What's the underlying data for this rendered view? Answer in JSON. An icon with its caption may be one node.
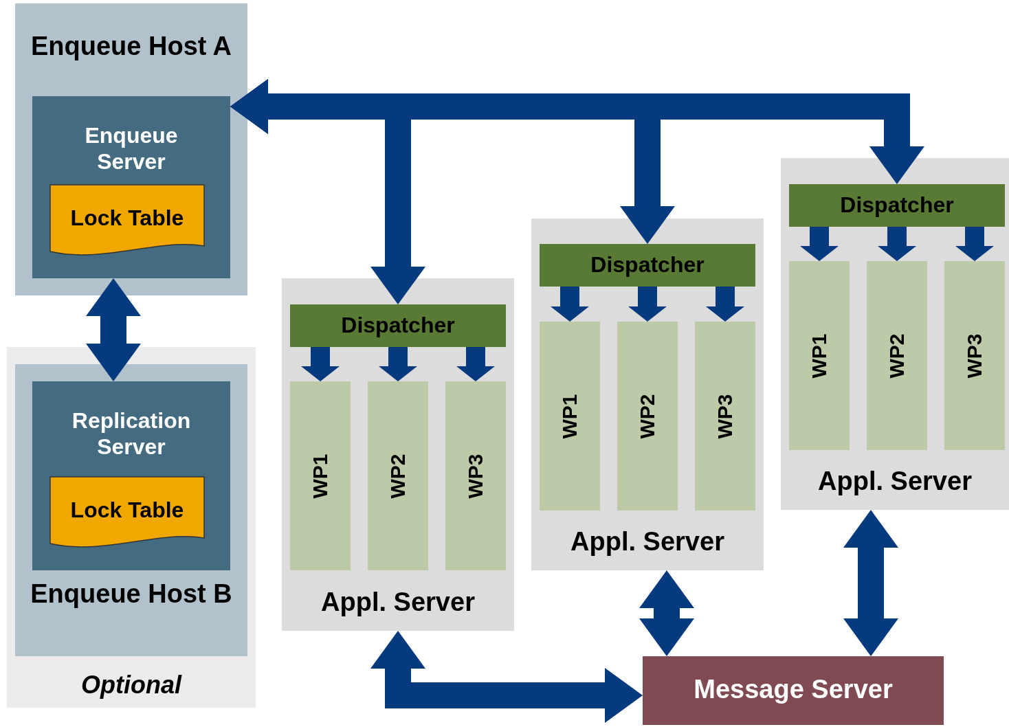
{
  "diagram": {
    "nodes": [
      {
        "text": [
          "Enqueue Host A"
        ]
      },
      {
        "text": [
          "Enqueue Server"
        ],
        "in": 0
      },
      {
        "text": [
          "Lock Table"
        ],
        "in": 1
      },
      {
        "text": [
          "Optional"
        ]
      },
      {
        "text": [
          "Enqueue Host B"
        ],
        "in": 3
      },
      {
        "text": [
          "Replication Server"
        ],
        "in": 4
      },
      {
        "text": [
          "Lock Table"
        ],
        "in": 5
      },
      {
        "text": [
          "Appl. Server"
        ]
      },
      {
        "text": [
          "Dispatcher"
        ],
        "in": 7
      },
      {
        "text": [
          "WP1"
        ],
        "in": 7
      },
      {
        "text": [
          "WP2"
        ],
        "in": 7
      },
      {
        "text": [
          "WP3"
        ],
        "in": 7
      },
      {
        "text": [
          "Appl. Server"
        ]
      },
      {
        "text": [
          "Dispatcher"
        ],
        "in": 12
      },
      {
        "text": [
          "WP1"
        ],
        "in": 12
      },
      {
        "text": [
          "WP2"
        ],
        "in": 12
      },
      {
        "text": [
          "WP3"
        ],
        "in": 12
      },
      {
        "text": [
          "Appl. Server"
        ]
      },
      {
        "text": [
          "Dispatcher"
        ],
        "in": 17
      },
      {
        "text": [
          "WP1"
        ],
        "in": 17
      },
      {
        "text": [
          "WP2"
        ],
        "in": 17
      },
      {
        "text": [
          "WP3"
        ],
        "in": 17
      },
      {
        "text": [
          "Message Server"
        ]
      }
    ],
    "edges": [
      {
        "from": 1,
        "to": 8,
        "arrow": "both"
      },
      {
        "from": 1,
        "to": 13,
        "arrow": "both"
      },
      {
        "from": 1,
        "to": 18,
        "arrow": "both"
      },
      {
        "from": 1,
        "to": 5,
        "arrow": "both"
      },
      {
        "from": 8,
        "to": 9,
        "arrow": "to"
      },
      {
        "from": 8,
        "to": 10,
        "arrow": "to"
      },
      {
        "from": 8,
        "to": 11,
        "arrow": "to"
      },
      {
        "from": 13,
        "to": 14,
        "arrow": "to"
      },
      {
        "from": 13,
        "to": 15,
        "arrow": "to"
      },
      {
        "from": 13,
        "to": 16,
        "arrow": "to"
      },
      {
        "from": 18,
        "to": 19,
        "arrow": "to"
      },
      {
        "from": 18,
        "to": 20,
        "arrow": "to"
      },
      {
        "from": 18,
        "to": 21,
        "arrow": "to"
      },
      {
        "from": 7,
        "to": 22,
        "arrow": "both"
      },
      {
        "from": 12,
        "to": 22,
        "arrow": "both"
      },
      {
        "from": 17,
        "to": 22,
        "arrow": "both"
      }
    ]
  }
}
